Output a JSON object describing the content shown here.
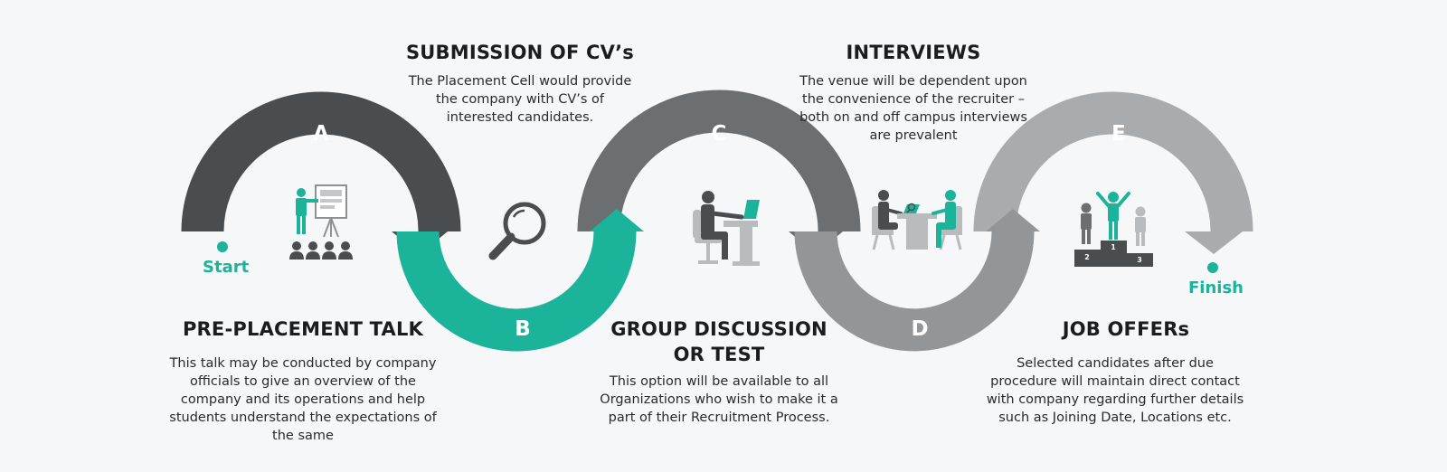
{
  "colors": {
    "background": "#f6f7f9",
    "arc_a": "#4a4d4f",
    "arc_b": "#1bb39a",
    "arc_c": "#6b6f72",
    "arc_d": "#929699",
    "arc_e": "#a9acae",
    "accent": "#1bb39a",
    "icon_dark": "#4a4d4f",
    "icon_light": "#b9bcbe"
  },
  "start": {
    "label": "Start"
  },
  "finish": {
    "label": "Finish"
  },
  "steps": [
    {
      "letter": "A",
      "title": "PRE-PLACEMENT TALK",
      "description": "This talk may be conducted by company officials to give an overview of the company and its operations and help students understand the expectations of the same",
      "icon": "presentation-icon"
    },
    {
      "letter": "B",
      "title": "SUBMISSION OF CV’s",
      "description": "The Placement Cell would provide the company  with CV’s of interested candidates.",
      "icon": "magnifier-icon"
    },
    {
      "letter": "C",
      "title": "GROUP DISCUSSION OR TEST",
      "description": "This option will be available to all Organizations who wish to make it a part of their Recruitment Process.",
      "icon": "computer-desk-icon"
    },
    {
      "letter": "D",
      "title": "INTERVIEWS",
      "description": "The venue will be dependent upon the convenience of the recruiter – both on and off campus interviews are prevalent",
      "icon": "interview-icon"
    },
    {
      "letter": "E",
      "title": "JOB OFFERs",
      "description": "Selected candidates after due procedure will  maintain direct contact with company regarding further details such as Joining Date, Locations etc.",
      "icon": "podium-icon"
    }
  ],
  "podium": {
    "first": "1",
    "second": "2",
    "third": "3"
  }
}
